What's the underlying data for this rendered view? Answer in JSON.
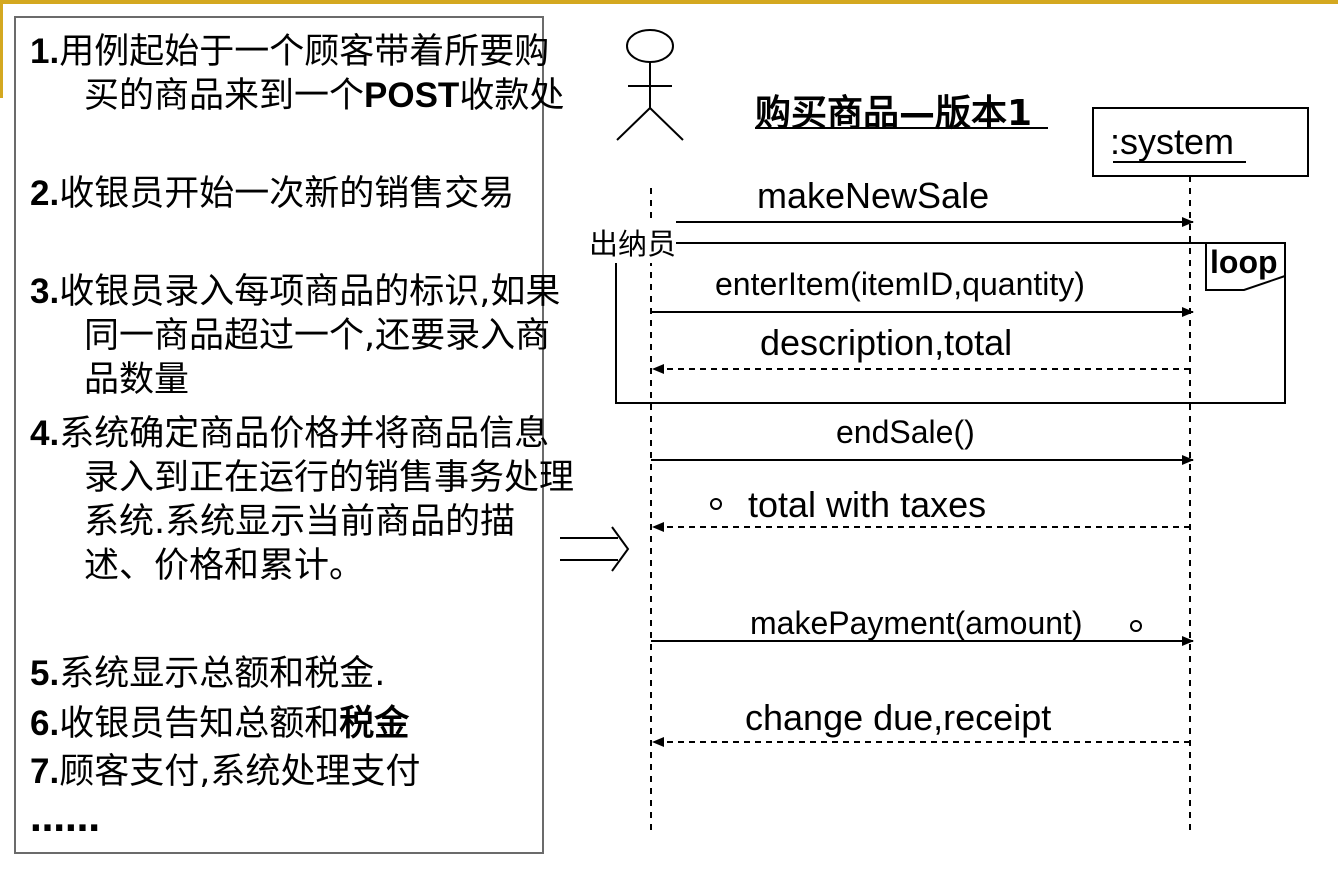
{
  "steps": [
    {
      "num": "1.",
      "text": "用例起始于一个顾客带着所要购买的商品来到一个",
      "bold": "POST",
      "after": "收款处"
    },
    {
      "num": "2.",
      "text": "收银员开始一次新的销售交易"
    },
    {
      "num": "3.",
      "text": "收银员录入每项商品的标识,如果同一商品超过一个,还要录入商品数量"
    },
    {
      "num": "4.",
      "text": "系统确定商品价格并将商品信息录入到正在运行的销售事务处理系统.系统显示当前商品的描述、价格和累计。"
    },
    {
      "num": "5.",
      "text": "系统显示总额和税金."
    },
    {
      "num": "6.",
      "text": "收银员告知总额和",
      "bold": "税金"
    },
    {
      "num": "7.",
      "text": "顾客支付,系统处理支付"
    },
    {
      "num": "",
      "text": "……"
    }
  ],
  "diagram": {
    "title": "购买商品—版本1",
    "actor_label": "出纳员",
    "system_label": ":system",
    "loop_label": "loop",
    "messages": [
      {
        "label": "makeNewSale",
        "kind": "call"
      },
      {
        "label": "enterItem(itemID,quantity)",
        "kind": "call"
      },
      {
        "label": "description,total",
        "kind": "return"
      },
      {
        "label": "endSale()",
        "kind": "call"
      },
      {
        "label": "total with taxes",
        "kind": "return"
      },
      {
        "label": "makePayment(amount)",
        "kind": "call"
      },
      {
        "label": "change due,receipt",
        "kind": "return"
      }
    ]
  }
}
